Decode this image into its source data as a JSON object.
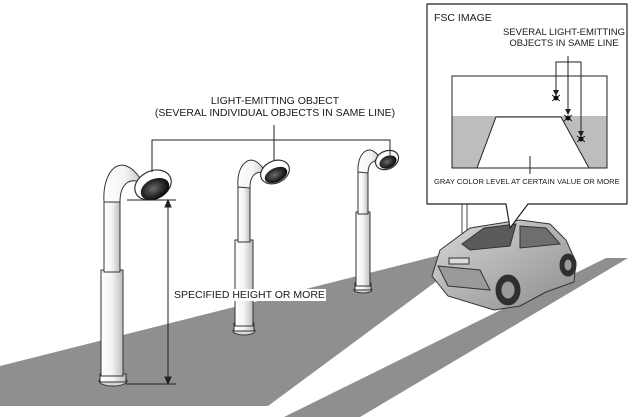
{
  "labels": {
    "light_object_line1": "LIGHT-EMITTING OBJECT",
    "light_object_line2": "(SEVERAL INDIVIDUAL OBJECTS IN SAME LINE)",
    "specified_height": "SPECIFIED HEIGHT OR MORE"
  },
  "inset": {
    "title": "FSC IMAGE",
    "several_line1": "SEVERAL LIGHT-EMITTING",
    "several_line2": "OBJECTS IN SAME LINE",
    "gray_caption": "GRAY COLOR LEVEL AT CERTAIN VALUE OR MORE"
  },
  "colors": {
    "road_shadow": "#8a8a8a",
    "inset_gray": "#bdbdbd",
    "ink": "#1a1a1a"
  }
}
